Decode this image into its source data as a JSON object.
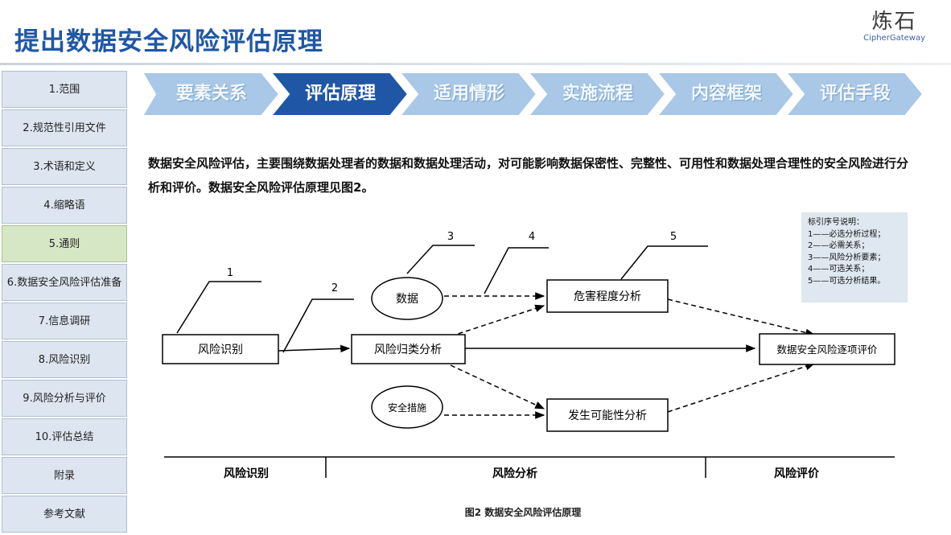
{
  "header": {
    "title": "提出数据安全风险评估原理",
    "logo_mark": "炼石",
    "logo_sub": "CipherGateway"
  },
  "sidebar": {
    "items": [
      {
        "label": "1.范围"
      },
      {
        "label": "2.规范性引用文件"
      },
      {
        "label": "3.术语和定义"
      },
      {
        "label": "4.缩略语"
      },
      {
        "label": "5.通则"
      },
      {
        "label": "6.数据安全风险评估准备"
      },
      {
        "label": "7.信息调研"
      },
      {
        "label": "8.风险识别"
      },
      {
        "label": "9.风险分析与评价"
      },
      {
        "label": "10.评估总结"
      },
      {
        "label": "附录"
      },
      {
        "label": "参考文献"
      }
    ],
    "active_index": 4
  },
  "steps": {
    "items": [
      {
        "label": "要素关系"
      },
      {
        "label": "评估原理"
      },
      {
        "label": "适用情形"
      },
      {
        "label": "实施流程"
      },
      {
        "label": "内容框架"
      },
      {
        "label": "评估手段"
      }
    ],
    "active_index": 1,
    "active_color": "#1f57a6",
    "inactive_color": "#a9c7e6"
  },
  "description": "数据安全风险评估，主要围绕数据处理者的数据和数据处理活动，对可能影响数据保密性、完整性、可用性和数据处理合理性的安全风险进行分析和评价。数据安全风险评估原理见图2。",
  "diagram": {
    "nodes": {
      "risk_identify": "风险识别",
      "risk_classify": "风险归类分析",
      "data": "数据",
      "safeguards": "安全措施",
      "harm_analysis": "危害程度分析",
      "likelihood_analysis": "发生可能性分析",
      "item_evaluation": "数据安全风险逐项评价"
    },
    "callouts": [
      "1",
      "2",
      "3",
      "4",
      "5"
    ],
    "phases": [
      "风险识别",
      "风险分析",
      "风险评价"
    ],
    "caption": "图2 数据安全风险评估原理"
  },
  "legend": {
    "title": "标引序号说明：",
    "items": [
      "1——必选分析过程；",
      "2——必需关系；",
      "3——风险分析要素；",
      "4——可选关系；",
      "5——可选分析结果。"
    ]
  }
}
